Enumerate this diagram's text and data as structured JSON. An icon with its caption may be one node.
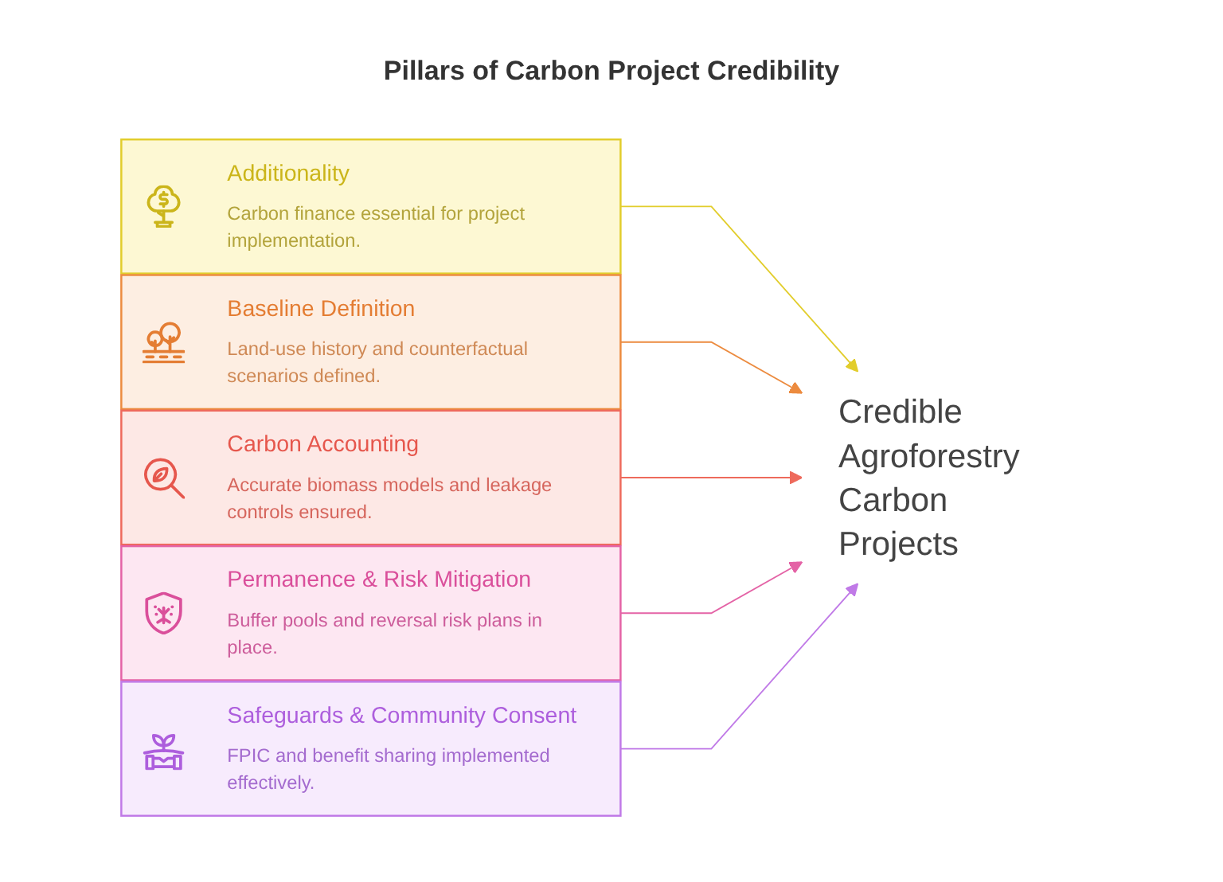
{
  "diagram": {
    "title": "Pillars of Carbon Project Credibility",
    "nodes": [
      {
        "text": [
          "Additionality",
          "Carbon finance essential for project implementation."
        ]
      },
      {
        "text": [
          "Baseline Definition",
          "Land-use history and counterfactual scenarios defined."
        ]
      },
      {
        "text": [
          "Carbon Accounting",
          "Accurate biomass models and leakage controls ensured."
        ]
      },
      {
        "text": [
          "Permanence & Risk Mitigation",
          "Buffer pools and reversal risk plans in place."
        ]
      },
      {
        "text": [
          "Safeguards & Community Consent",
          "FPIC and benefit sharing implemented effectively."
        ]
      },
      {
        "text": [
          "Credible Agroforestry Carbon Projects"
        ]
      }
    ],
    "edges": [
      {
        "from": 0,
        "to": 5,
        "arrow": "to",
        "color": "#e2cd2c"
      },
      {
        "from": 1,
        "to": 5,
        "arrow": "to",
        "color": "#ec8b3f"
      },
      {
        "from": 2,
        "to": 5,
        "arrow": "to",
        "color": "#ee6a5c"
      },
      {
        "from": 3,
        "to": 5,
        "arrow": "to",
        "color": "#e463a6"
      },
      {
        "from": 4,
        "to": 5,
        "arrow": "to",
        "color": "#c07ae7"
      }
    ]
  }
}
